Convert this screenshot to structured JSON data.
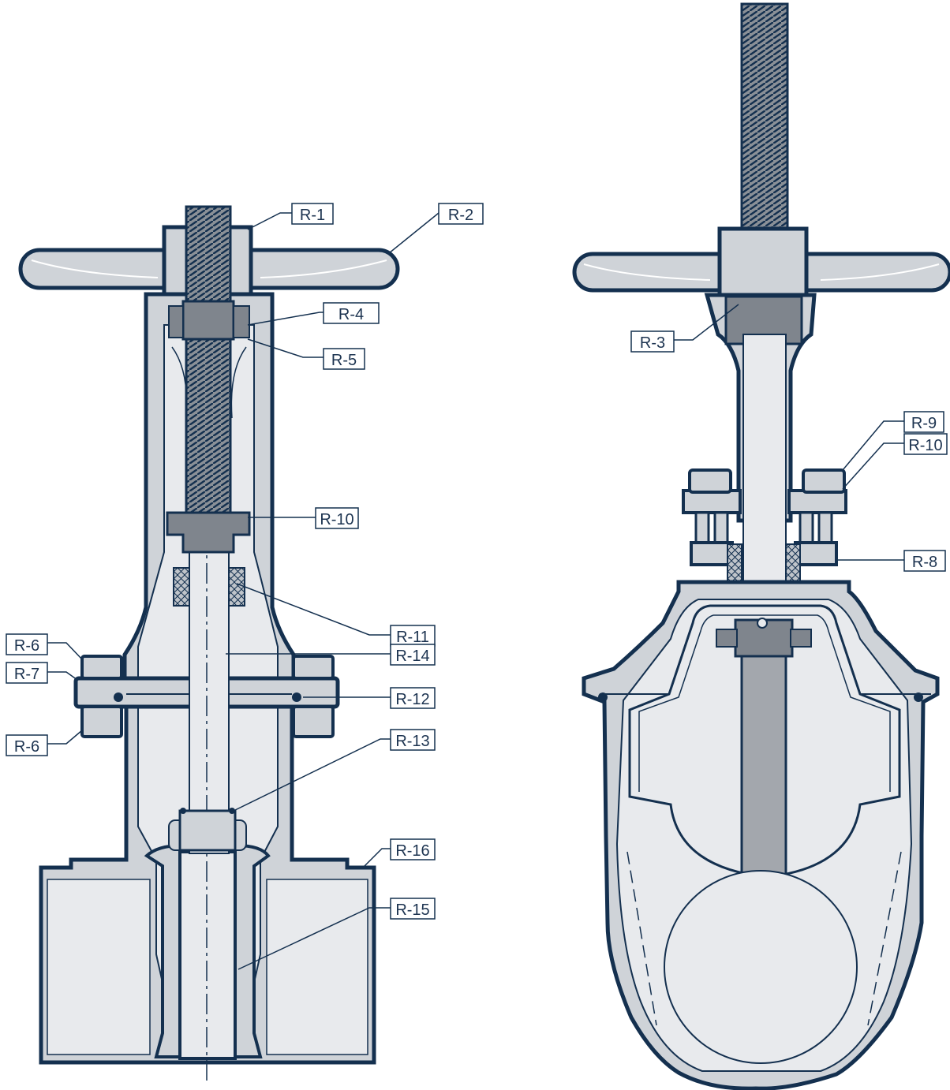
{
  "colors": {
    "outline": "#14304f",
    "body_fill": "#cfd3d8",
    "cavity_fill": "#e8eaed",
    "part_dark": "#7f858d",
    "gate_dark": "#a3a7ad",
    "label_text": "#1c3350",
    "background": "#ffffff"
  },
  "labels": {
    "r1": "R-1",
    "r2": "R-2",
    "r3": "R-3",
    "r4": "R-4",
    "r5": "R-5",
    "r6a": "R-6",
    "r6b": "R-6",
    "r7": "R-7",
    "r8": "R-8",
    "r9": "R-9",
    "r10a": "R-10",
    "r10b": "R-10",
    "r11": "R-11",
    "r12": "R-12",
    "r13": "R-13",
    "r14": "R-14",
    "r15": "R-15",
    "r16": "R-16"
  }
}
